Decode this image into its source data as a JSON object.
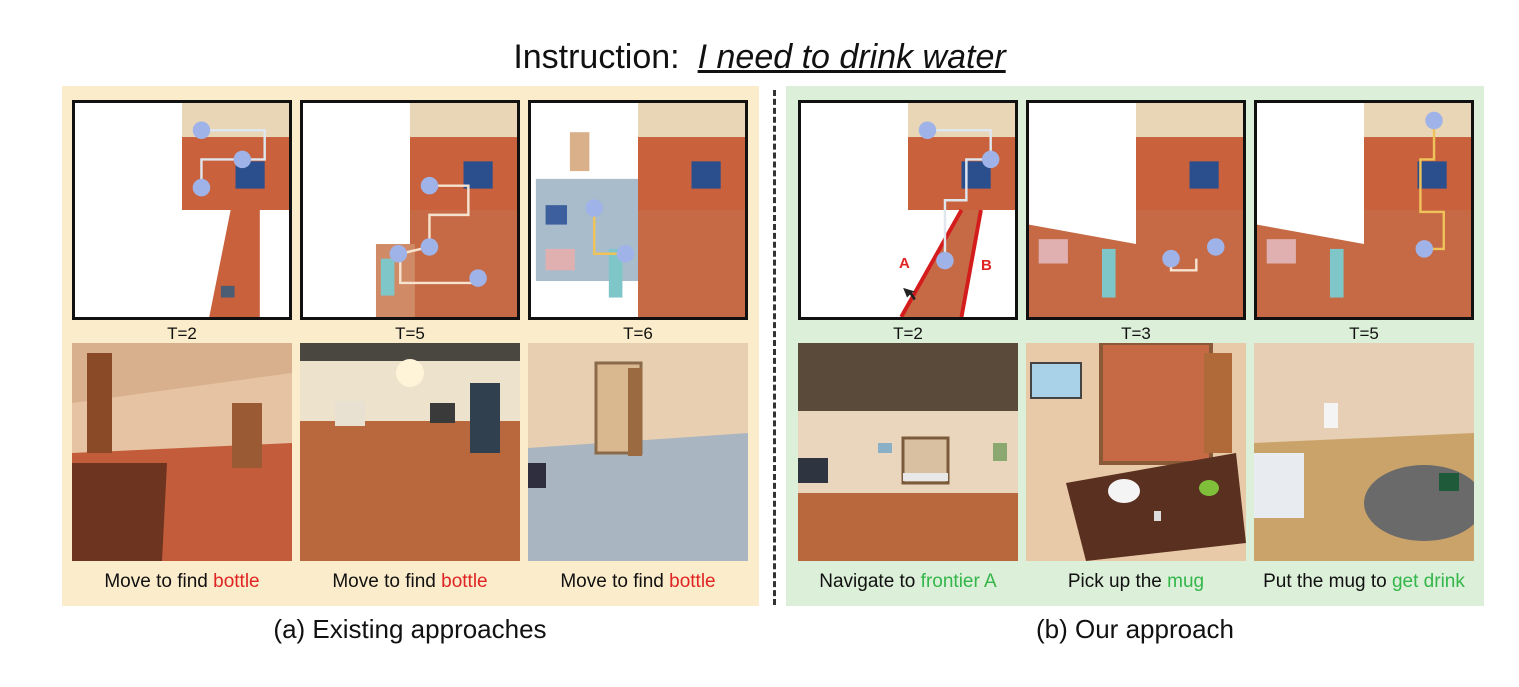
{
  "title": {
    "prefix": "Instruction:",
    "instruction": "I need to drink water"
  },
  "left": {
    "caption": "(a) Existing approaches",
    "steps": [
      {
        "t": "T=2",
        "action": "Move to find",
        "target": "bottle"
      },
      {
        "t": "T=5",
        "action": "Move to find",
        "target": "bottle"
      },
      {
        "t": "T=6",
        "action": "Move to find",
        "target": "bottle"
      }
    ]
  },
  "right": {
    "caption": "(b) Our approach",
    "steps": [
      {
        "t": "T=2",
        "action": "Navigate to",
        "target": "frontier A"
      },
      {
        "t": "T=3",
        "action": "Pick up the",
        "target": "mug"
      },
      {
        "t": "T=5",
        "action": "Put the mug to",
        "target": "get drink"
      }
    ],
    "frontier_labels": {
      "a": "A",
      "b": "B"
    }
  },
  "colors": {
    "left_bg": "#fbeccb",
    "right_bg": "#dcefd9",
    "target_red": "#e02424",
    "target_green": "#34b64a"
  }
}
